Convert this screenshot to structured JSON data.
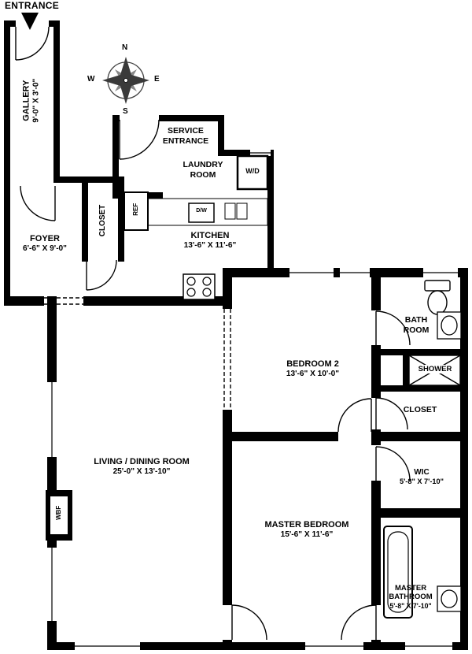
{
  "entrance": {
    "label": "ENTRANCE"
  },
  "compass": {
    "north": "N",
    "south": "S",
    "east": "E",
    "west": "W"
  },
  "rooms": {
    "gallery": {
      "name": "GALLERY",
      "dims": "9'-0\" X 3'-0\""
    },
    "service_entrance": {
      "line1": "SERVICE",
      "line2": "ENTRANCE"
    },
    "laundry": {
      "line1": "LAUNDRY",
      "line2": "ROOM"
    },
    "foyer": {
      "name": "FOYER",
      "dims": "6'-6\" X 9'-0\""
    },
    "closet_foyer": {
      "name": "CLOSET"
    },
    "kitchen": {
      "name": "KITCHEN",
      "dims": "13'-6\" X 11'-6\""
    },
    "bathroom": {
      "line1": "BATH",
      "line2": "ROOM"
    },
    "shower": {
      "name": "SHOWER"
    },
    "closet_hall": {
      "name": "CLOSET"
    },
    "bedroom2": {
      "name": "BEDROOM 2",
      "dims": "13'-6\" X 10'-0\""
    },
    "wic": {
      "name": "WIC",
      "dims": "5'-8\" X 7'-10\""
    },
    "living_dining": {
      "name": "LIVING / DINING ROOM",
      "dims": "25'-0\" X 13'-10\""
    },
    "master_bedroom": {
      "name": "MASTER BEDROOM",
      "dims": "15'-6\" X 11'-6\""
    },
    "master_bathroom": {
      "line1": "MASTER",
      "line2": "BATHROOM",
      "dims": "5'-8\" X 7'-10\""
    }
  },
  "appliances": {
    "washer_dryer": "W/D",
    "refrigerator": "REF",
    "dishwasher": "D/W",
    "fireplace": "WBF"
  }
}
